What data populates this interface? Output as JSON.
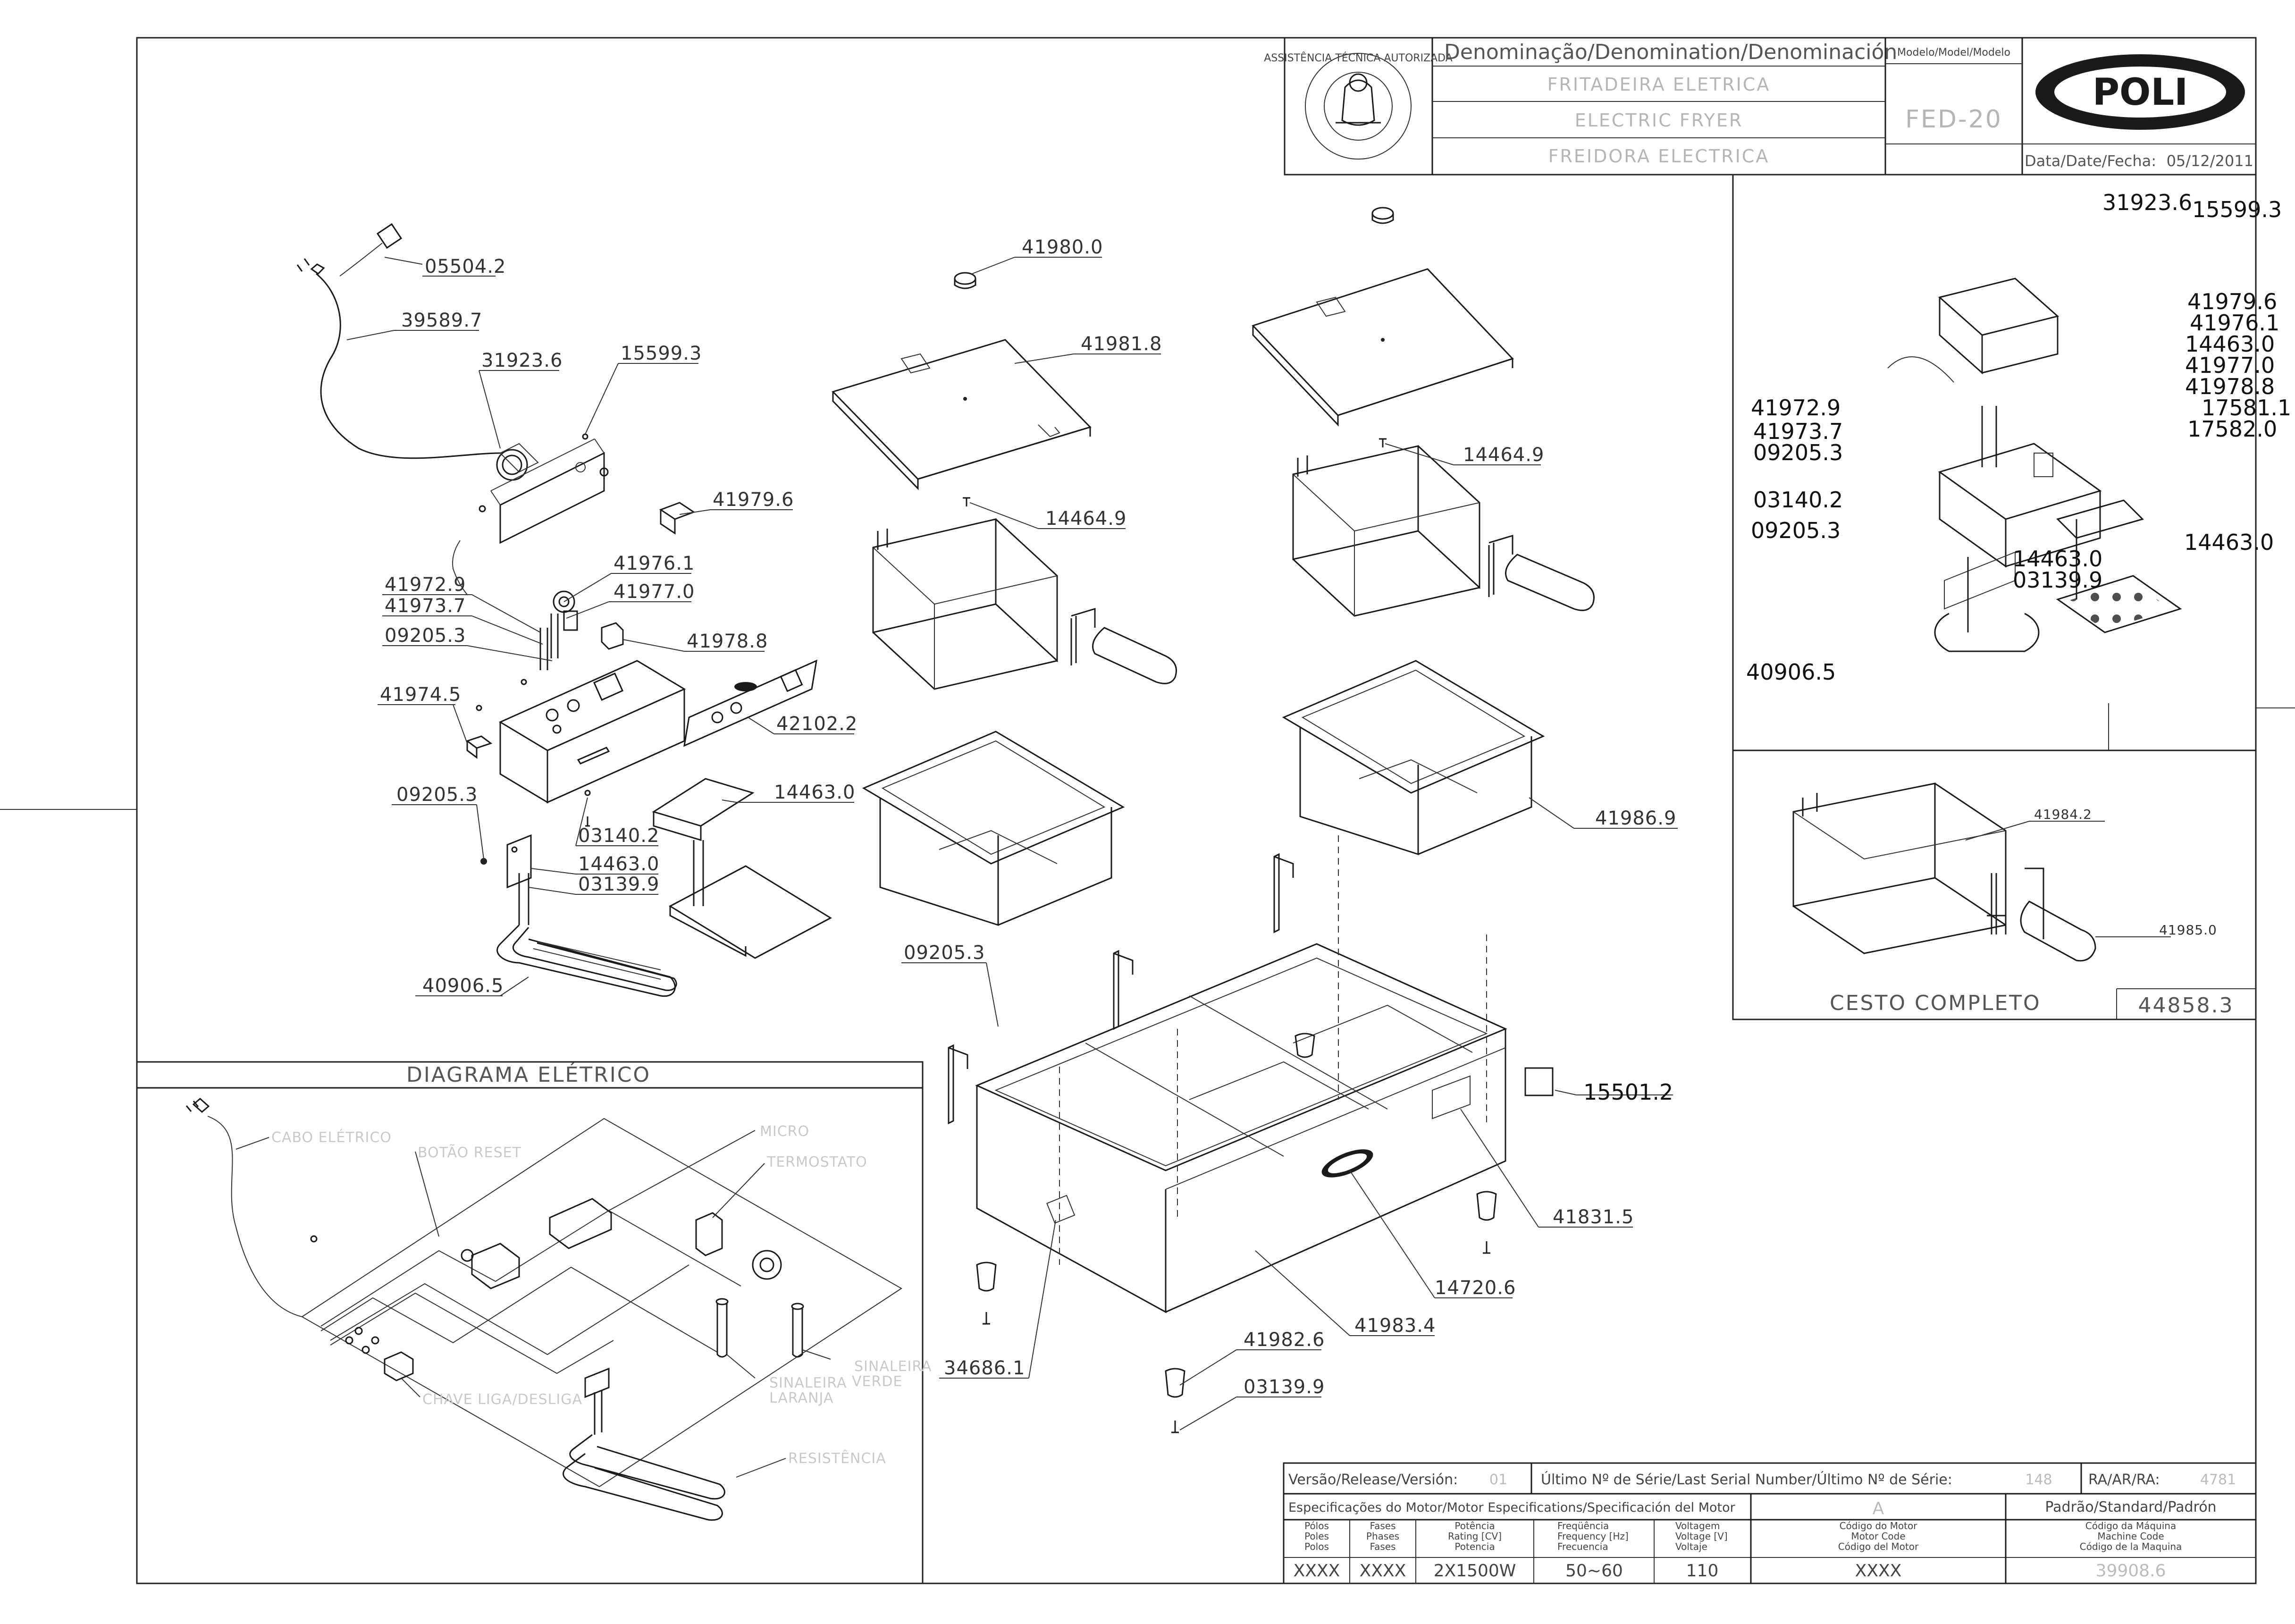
{
  "header": {
    "denomination_label": "Denominação/Denomination/Denominación",
    "name_pt": "FRITADEIRA ELETRICA",
    "name_en": "ELECTRIC FRYER",
    "name_es": "FREIDORA ELECTRICA",
    "model_label": "Modelo/Model/Modelo",
    "model": "FED-20",
    "date_label": "Data/Date/Fecha:",
    "date": "05/12/2011",
    "brand": "POLI",
    "seal_text": "ASSISTÊNCIA TÉCNICA AUTORIZADA"
  },
  "parts": {
    "p05504_2": "05504.2",
    "p39589_7": "39589.7",
    "p31923_6": "31923.6",
    "p15599_3": "15599.3",
    "p41979_6": "41979.6",
    "p41972_9": "41972.9",
    "p41976_1": "41976.1",
    "p41973_7": "41973.7",
    "p41977_0": "41977.0",
    "p09205_3": "09205.3",
    "p41978_8": "41978.8",
    "p41974_5": "41974.5",
    "p42102_2": "42102.2",
    "p09205_3b": "09205.3",
    "p14463_0": "14463.0",
    "p03140_2": "03140.2",
    "p14463_0b": "14463.0",
    "p03139_9": "03139.9",
    "p40906_5": "40906.5",
    "p41980_0": "41980.0",
    "p41981_8": "41981.8",
    "p14464_9": "14464.9",
    "p14464_9b": "14464.9",
    "p41986_9": "41986.9",
    "p09205_3c": "09205.3",
    "p15501_2": "15501.2",
    "p41831_5": "41831.5",
    "p14720_6": "14720.6",
    "p41983_4": "41983.4",
    "p41982_6": "41982.6",
    "p34686_1": "34686.1",
    "p03139_9b": "03139.9"
  },
  "inset": {
    "codes_left": [
      "41972.9",
      "41973.7",
      "09205.3",
      "03140.2",
      "09205.3",
      "40906.5"
    ],
    "codes_right": [
      "41979.6",
      "41976.1",
      "14463.0",
      "41977.0",
      "41978.8",
      "17581.1",
      "17582.0"
    ],
    "top_a": "31923.6",
    "top_b": "15599.3",
    "mid_a": "14463.0",
    "mid_b": "03139.9",
    "mid_c": "14463.0"
  },
  "basket": {
    "part_basket": "41984.2",
    "part_handle": "41985.0",
    "title": "CESTO COMPLETO",
    "code": "44858.3"
  },
  "wiring": {
    "title": "DIAGRAMA ELÉTRICO",
    "cable": "CABO ELÉTRICO",
    "reset": "BOTÃO RESET",
    "micro": "MICRO",
    "thermostat": "TERMOSTATO",
    "lamp_orange_1": "SINALEIRA",
    "lamp_orange_2": "LARANJA",
    "lamp_green_1": "SINALEIRA",
    "lamp_green_2": "VERDE",
    "switch": "CHAVE LIGA/DESLIGA",
    "resistance": "RESISTÊNCIA"
  },
  "title_block": {
    "version_label": "Versão/Release/Versión:",
    "version": "01",
    "serial_label": "Último Nº de Série/Last Serial Number/Último Nº de Série:",
    "serial": "148",
    "ra_label": "RA/AR/RA:",
    "ra": "4781",
    "motor_spec_label": "Especificações do Motor/Motor Especifications/Specificación del Motor",
    "motor_spec_value": "A",
    "standard_label": "Padrão/Standard/Padrón",
    "columns": [
      {
        "h1": "Pólos",
        "h2": "Poles",
        "h3": "Polos",
        "value": "XXXX"
      },
      {
        "h1": "Fases",
        "h2": "Phases",
        "h3": "Fases",
        "value": "XXXX"
      },
      {
        "h1": "Potência",
        "h2": "Rating [CV]",
        "h3": "Potencia",
        "value": "2X1500W"
      },
      {
        "h1": "Freqüência",
        "h2": "Frequency [Hz]",
        "h3": "Frecuencia",
        "value": "50~60"
      },
      {
        "h1": "Voltagem",
        "h2": "Voltage [V]",
        "h3": "Voltaje",
        "value": "110"
      },
      {
        "h1": "Código do Motor",
        "h2": "Motor Code",
        "h3": "Código del Motor",
        "value": "XXXX"
      },
      {
        "h1": "Código da Máquina",
        "h2": "Machine Code",
        "h3": "Código de la Maquina",
        "value": "39908.6"
      }
    ]
  }
}
